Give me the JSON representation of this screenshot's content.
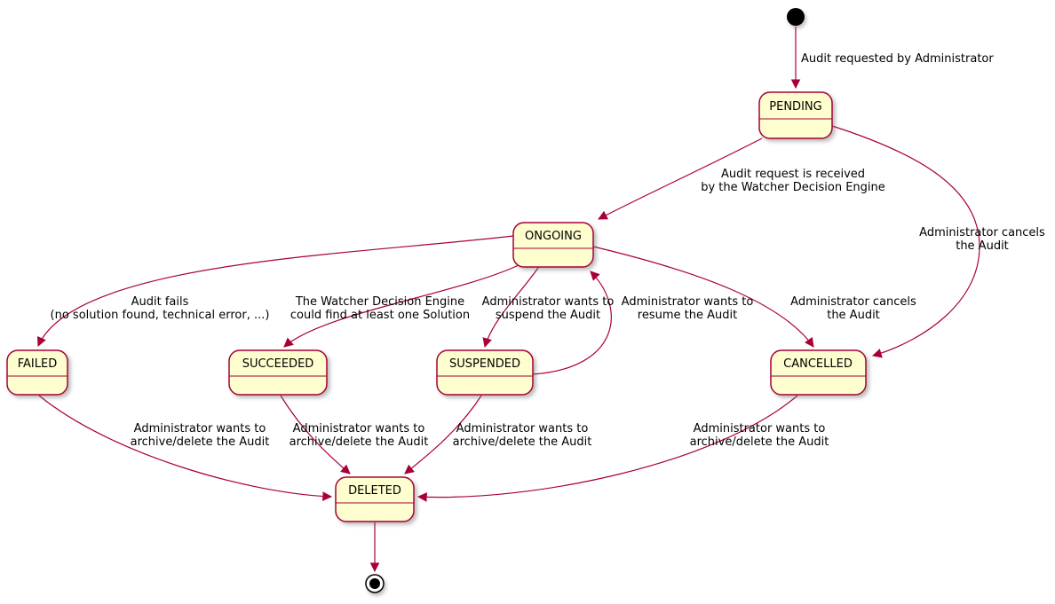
{
  "diagram": {
    "type": "state-machine",
    "states": {
      "pending": "PENDING",
      "ongoing": "ONGOING",
      "failed": "FAILED",
      "succeeded": "SUCCEEDED",
      "suspended": "SUSPENDED",
      "cancelled": "CANCELLED",
      "deleted": "DELETED"
    },
    "transitions": {
      "start_pending": {
        "from": "start",
        "to": "PENDING",
        "lines": [
          "Audit requested by Administrator"
        ]
      },
      "pending_ongoing": {
        "from": "PENDING",
        "to": "ONGOING",
        "lines": [
          "Audit request is received",
          "by the Watcher Decision Engine"
        ]
      },
      "pending_cancelled": {
        "from": "PENDING",
        "to": "CANCELLED",
        "lines": [
          "Administrator cancels",
          "the Audit"
        ]
      },
      "ongoing_failed": {
        "from": "ONGOING",
        "to": "FAILED",
        "lines": [
          "Audit fails",
          "(no solution found, technical error, ...)"
        ]
      },
      "ongoing_succeeded": {
        "from": "ONGOING",
        "to": "SUCCEEDED",
        "lines": [
          "The Watcher Decision Engine",
          "could find at least one Solution"
        ]
      },
      "ongoing_suspended": {
        "from": "ONGOING",
        "to": "SUSPENDED",
        "lines": [
          "Administrator wants to",
          "suspend the Audit"
        ]
      },
      "suspended_ongoing": {
        "from": "SUSPENDED",
        "to": "ONGOING",
        "lines": [
          "Administrator wants to",
          "resume the Audit"
        ]
      },
      "ongoing_cancelled": {
        "from": "ONGOING",
        "to": "CANCELLED",
        "lines": [
          "Administrator cancels",
          "the Audit"
        ]
      },
      "failed_deleted": {
        "from": "FAILED",
        "to": "DELETED",
        "lines": [
          "Administrator wants to",
          "archive/delete the Audit"
        ]
      },
      "succeeded_deleted": {
        "from": "SUCCEEDED",
        "to": "DELETED",
        "lines": [
          "Administrator wants to",
          "archive/delete the Audit"
        ]
      },
      "suspended_deleted": {
        "from": "SUSPENDED",
        "to": "DELETED",
        "lines": [
          "Administrator wants to",
          "archive/delete the Audit"
        ]
      },
      "cancelled_deleted": {
        "from": "CANCELLED",
        "to": "DELETED",
        "lines": [
          "Administrator wants to",
          "archive/delete the Audit"
        ]
      },
      "deleted_end": {
        "from": "DELETED",
        "to": "end",
        "lines": []
      }
    },
    "colors": {
      "state_fill": "#FEFECE",
      "state_border": "#A80036",
      "arrow": "#A80036",
      "label_text": "#000000",
      "background": "#FFFFFF"
    }
  }
}
